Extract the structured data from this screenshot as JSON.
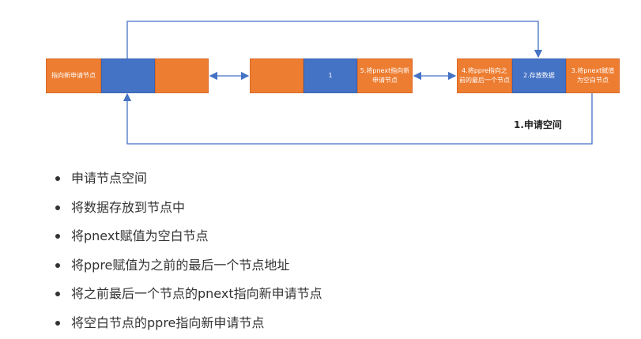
{
  "diagram": {
    "box1_label": "指向新申请节点",
    "box4_value": "1",
    "box6_label": "5.将pnext指向新申请节点",
    "box7_label": "4.将ppre指向之前的最后一个节点",
    "box8_label": "2.存放数据",
    "box9_label": "3.将pnext赋值为空白节点",
    "caption": "1.申请空间",
    "colors": {
      "orange": "#ed7d31",
      "blue": "#4472c4",
      "arrow": "#4472c4"
    }
  },
  "steps": [
    "申请节点空间",
    "将数据存放到节点中",
    "将pnext赋值为空白节点",
    "将ppre赋值为之前的最后一个节点地址",
    "将之前最后一个节点的pnext指向新申请节点",
    "将空白节点的ppre指向新申请节点"
  ]
}
